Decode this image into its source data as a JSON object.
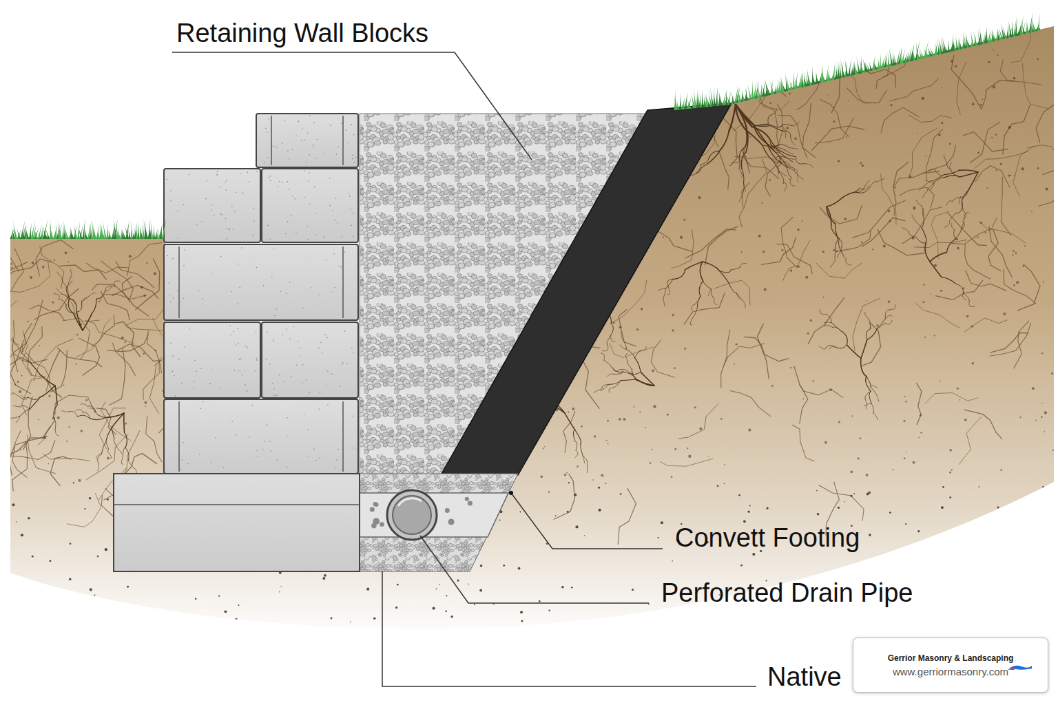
{
  "diagram": {
    "nodes": [
      {
        "text": [
          "Gerrior Masonry & Landscaping",
          "www.gerriormasonry.com"
        ]
      }
    ],
    "labels": [
      "Retaining Wall Blocks",
      "Convett Footing",
      "Perforated Drain Pipe",
      "Native"
    ]
  }
}
